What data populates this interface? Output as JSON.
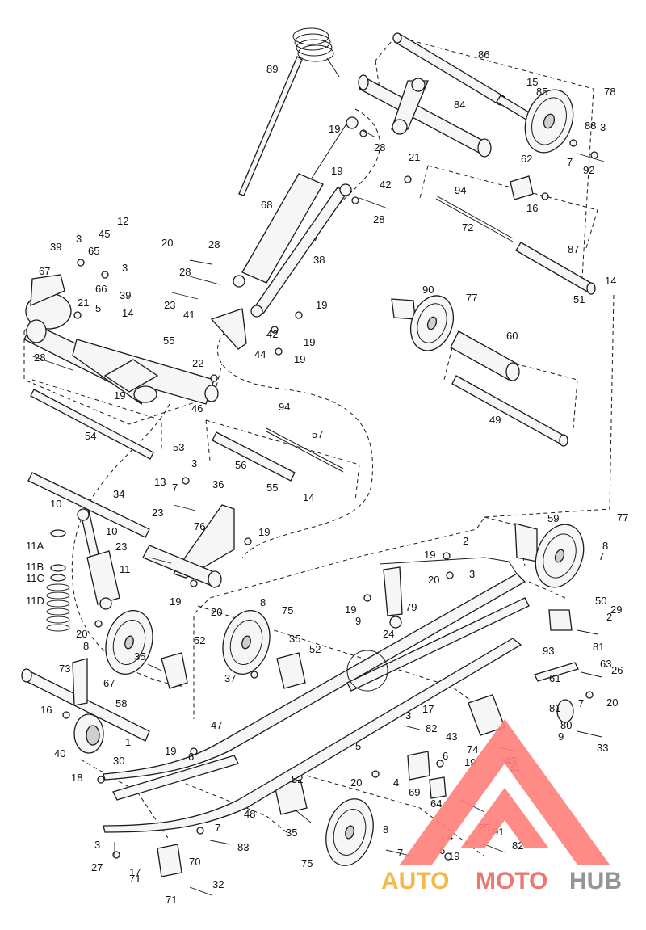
{
  "diagram": {
    "labels": [
      "86",
      "89",
      "15",
      "85",
      "78",
      "84",
      "19",
      "28",
      "88",
      "3",
      "7",
      "92",
      "21",
      "62",
      "16",
      "94",
      "19",
      "42",
      "28",
      "68",
      "38",
      "72",
      "87",
      "12",
      "45",
      "20",
      "28",
      "39",
      "3",
      "65",
      "28",
      "3",
      "66",
      "39",
      "67",
      "23",
      "41",
      "19",
      "51",
      "14",
      "90",
      "77",
      "21",
      "5",
      "14",
      "55",
      "42",
      "19",
      "44",
      "19",
      "60",
      "28",
      "22",
      "19",
      "46",
      "49",
      "94",
      "57",
      "54",
      "53",
      "3",
      "56",
      "13",
      "7",
      "36",
      "55",
      "14",
      "34",
      "23",
      "10",
      "10",
      "76",
      "19",
      "11A",
      "23",
      "11B",
      "11C",
      "11",
      "11D",
      "19",
      "59",
      "77",
      "2",
      "19",
      "8",
      "7",
      "3",
      "20",
      "29",
      "20",
      "8",
      "75",
      "35",
      "52",
      "19",
      "9",
      "79",
      "50",
      "2",
      "24",
      "81",
      "20",
      "8",
      "35",
      "52",
      "93",
      "63",
      "26",
      "20",
      "73",
      "67",
      "37",
      "61",
      "7",
      "58",
      "81",
      "16",
      "3",
      "82",
      "80",
      "9",
      "33",
      "47",
      "17",
      "43",
      "74",
      "43",
      "31",
      "40",
      "1",
      "30",
      "19",
      "6",
      "5",
      "19",
      "4",
      "69",
      "6",
      "18",
      "20",
      "52",
      "64",
      "48",
      "7",
      "35",
      "25",
      "8",
      "83",
      "7",
      "91",
      "3",
      "1",
      "17",
      "70",
      "6",
      "19",
      "82",
      "27",
      "71",
      "75",
      "71",
      "32",
      "4"
    ]
  },
  "watermark": {
    "auto": "AUTO",
    "moto": "MOTO",
    "hub": "HUB"
  }
}
